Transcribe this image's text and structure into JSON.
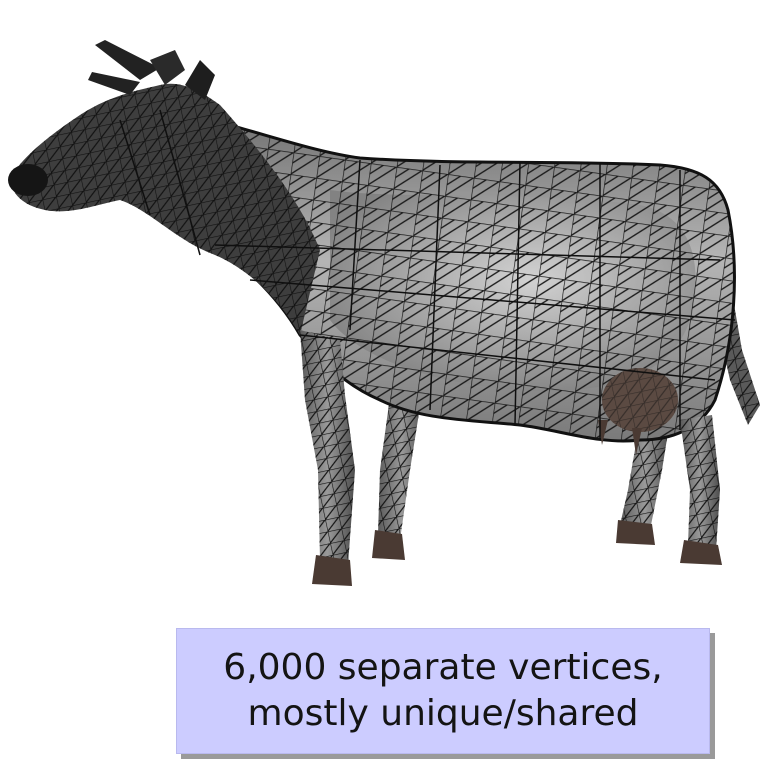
{
  "image": {
    "subject": "cow-wireframe-mesh",
    "colors": {
      "body_fill": "#8a8a8a",
      "body_light": "#c9c9c9",
      "wire": "#1a1a1a",
      "hoof": "#4a3a33",
      "udder": "#5b4a42",
      "caption_bg": "#ccccff",
      "caption_shadow": "#9a9a9a"
    }
  },
  "caption": {
    "line1": "6,000 separate vertices,",
    "line2": "mostly unique/shared"
  }
}
